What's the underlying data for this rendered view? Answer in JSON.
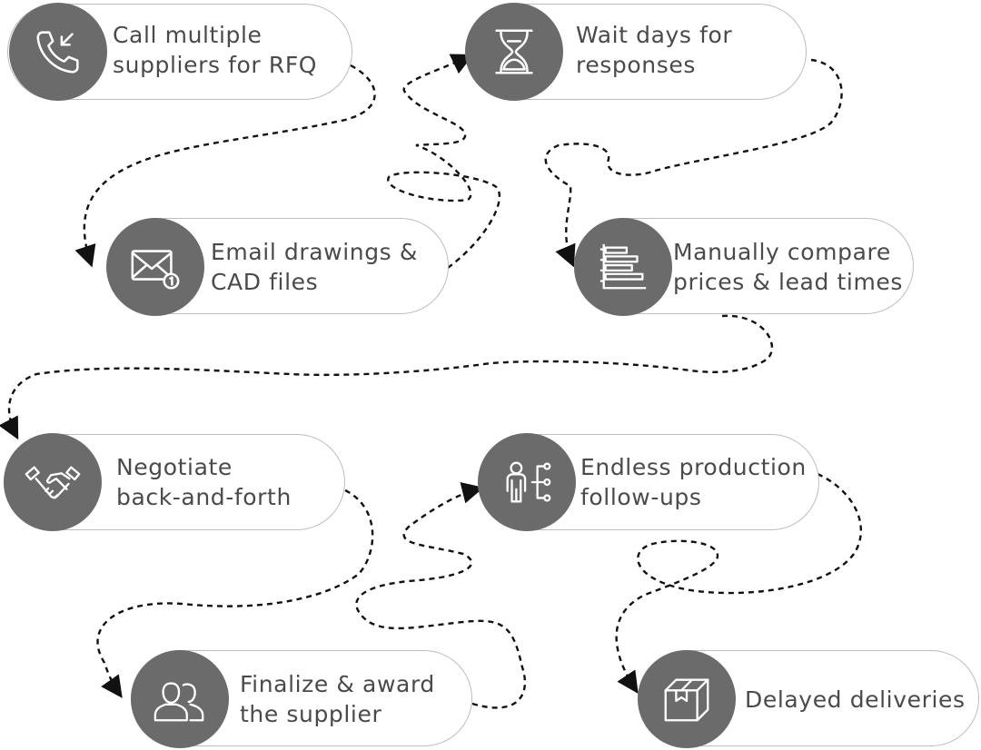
{
  "steps": [
    {
      "label_l1": "Call multiple",
      "label_l2": "suppliers for RFQ",
      "icon": "phone-icon"
    },
    {
      "label_l1": "Wait days for",
      "label_l2": "responses",
      "icon": "hourglass-icon"
    },
    {
      "label_l1": "Email drawings &",
      "label_l2": "CAD files",
      "icon": "email-icon"
    },
    {
      "label_l1": "Manually compare",
      "label_l2": "prices & lead times",
      "icon": "bar-chart-icon"
    },
    {
      "label_l1": "Negotiate",
      "label_l2": "back-and-forth",
      "icon": "handshake-icon"
    },
    {
      "label_l1": "Endless production",
      "label_l2": "follow-ups",
      "icon": "worker-hierarchy-icon"
    },
    {
      "label_l1": "Finalize & award",
      "label_l2": "the supplier",
      "icon": "users-icon"
    },
    {
      "label_l1": "Delayed deliveries",
      "label_l2": "",
      "icon": "box-icon"
    }
  ],
  "colors": {
    "circle": "#6b6b6b",
    "text": "#4a4a4a",
    "border": "#bdbdbd",
    "connector": "#111111"
  }
}
